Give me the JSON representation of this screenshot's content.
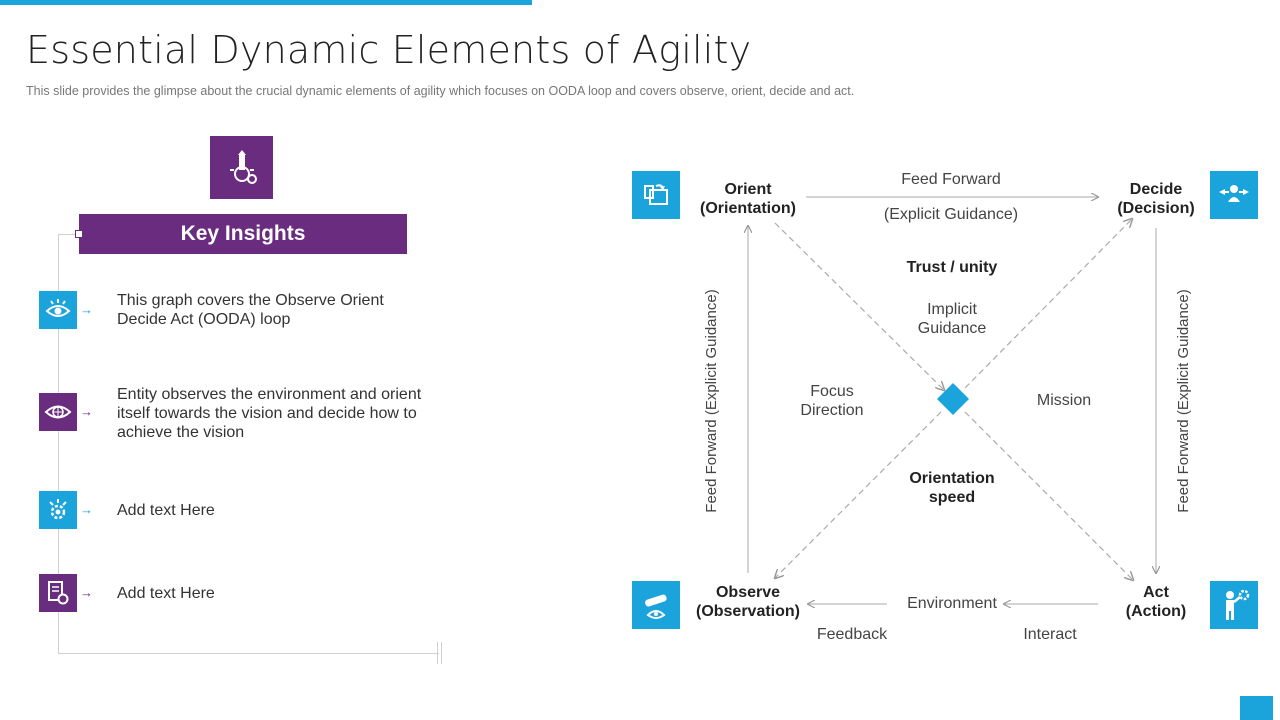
{
  "slide": {
    "title": "Essential Dynamic Elements of Agility",
    "subtitle": "This slide provides  the glimpse about the crucial dynamic elements of agility which focuses on OODA loop and covers observe,  orient, decide and act."
  },
  "key_insights": {
    "header": "Key Insights",
    "icon": "idea-bulb-gear-icon",
    "items": [
      {
        "icon": "eye-icon",
        "text": "This graph covers the Observe Orient Decide Act (OODA) loop"
      },
      {
        "icon": "eye-globe-icon",
        "text": "Entity observes the environment  and orient itself towards the vision and decide how to achieve the vision"
      },
      {
        "icon": "gear-idea-icon",
        "text": "Add text Here"
      },
      {
        "icon": "document-gear-icon",
        "text": "Add text Here"
      }
    ]
  },
  "ooda": {
    "nodes": {
      "orient": {
        "line1": "Orient",
        "line2": "(Orientation)",
        "icon": "screen-refresh-icon"
      },
      "decide": {
        "line1": "Decide",
        "line2": "(Decision)",
        "icon": "people-arrows-icon"
      },
      "observe": {
        "line1": "Observe",
        "line2": "(Observation)",
        "icon": "telescope-icon"
      },
      "act": {
        "line1": "Act",
        "line2": "(Action)",
        "icon": "person-gear-icon"
      }
    },
    "labels": {
      "feed_forward": "Feed Forward",
      "explicit_guidance": "(Explicit Guidance)",
      "trust_unity": "Trust / unity",
      "implicit_1": "Implicit",
      "implicit_2": "Guidance",
      "focus_1": "Focus",
      "focus_2": "Direction",
      "mission": "Mission",
      "orient_speed_1": "Orientation",
      "orient_speed_2": "speed",
      "environment": "Environment",
      "feedback": "Feedback",
      "interact": "Interact",
      "ff_left": "Feed Forward (Explicit Guidance)",
      "ff_right": "Feed Forward (Explicit Guidance)"
    }
  },
  "colors": {
    "accent_blue": "#1BA3DC",
    "accent_purple": "#6A2C7E"
  }
}
